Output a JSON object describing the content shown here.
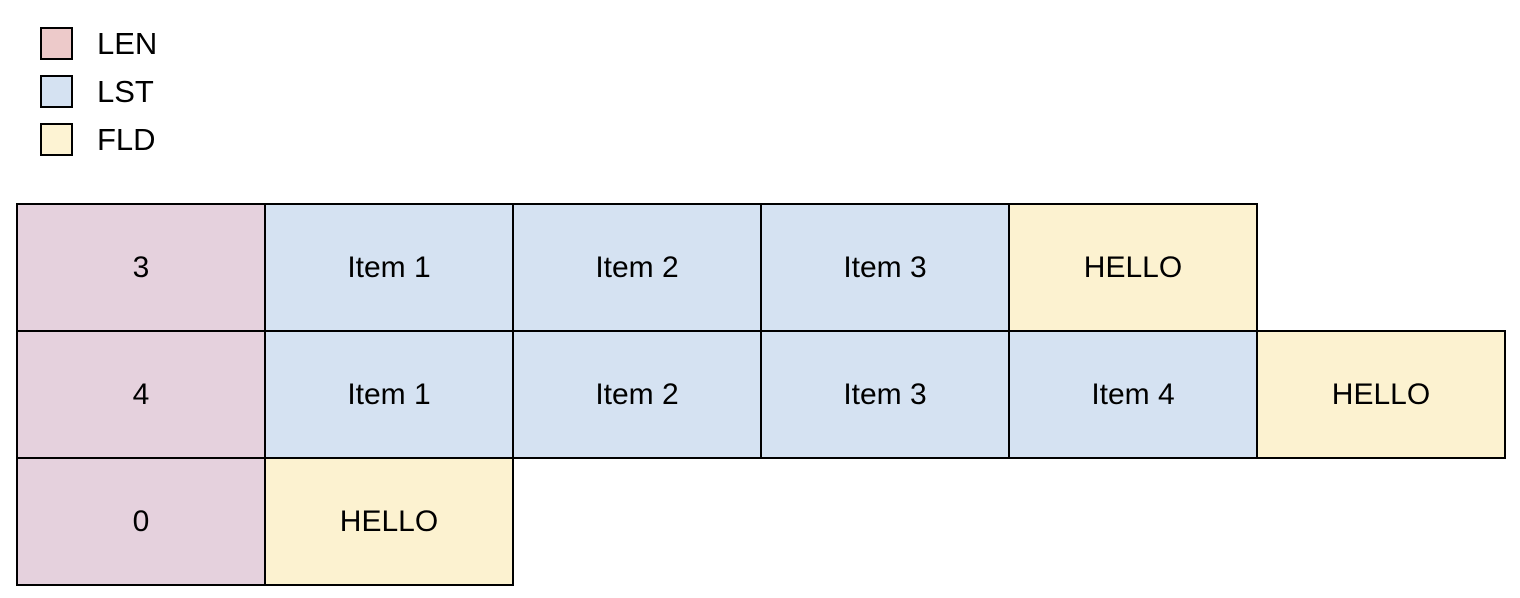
{
  "colors": {
    "border": "#000000",
    "text": "#000000",
    "background": "#ffffff",
    "legend_swatch": {
      "LEN": "#edcaca",
      "LST": "#d5e2f2",
      "FLD": "#fdf3d3"
    },
    "cell": {
      "LEN": "#e5d1dd",
      "LST": "#d5e2f2",
      "FLD": "#fcf2d0"
    }
  },
  "legend": {
    "items": [
      {
        "type": "LEN",
        "label": "LEN"
      },
      {
        "type": "LST",
        "label": "LST"
      },
      {
        "type": "FLD",
        "label": "FLD"
      }
    ]
  },
  "grid": {
    "rows": [
      {
        "cells": [
          {
            "type": "LEN",
            "text": "3"
          },
          {
            "type": "LST",
            "text": "Item 1"
          },
          {
            "type": "LST",
            "text": "Item 2"
          },
          {
            "type": "LST",
            "text": "Item 3"
          },
          {
            "type": "FLD",
            "text": "HELLO"
          }
        ]
      },
      {
        "cells": [
          {
            "type": "LEN",
            "text": "4"
          },
          {
            "type": "LST",
            "text": "Item 1"
          },
          {
            "type": "LST",
            "text": "Item 2"
          },
          {
            "type": "LST",
            "text": "Item 3"
          },
          {
            "type": "LST",
            "text": "Item 4"
          },
          {
            "type": "FLD",
            "text": "HELLO"
          }
        ]
      },
      {
        "cells": [
          {
            "type": "LEN",
            "text": "0"
          },
          {
            "type": "FLD",
            "text": "HELLO"
          }
        ]
      }
    ]
  }
}
